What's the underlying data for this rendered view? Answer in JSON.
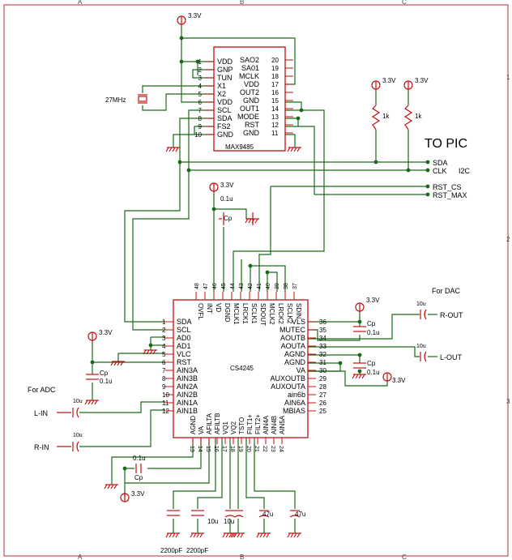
{
  "frame": {
    "columns": [
      "A",
      "B",
      "C"
    ],
    "rows": [
      "1",
      "2",
      "3"
    ]
  },
  "max9485": {
    "name": "MAX9485",
    "left_pins": [
      {
        "num": "1",
        "name": "VDD"
      },
      {
        "num": "2",
        "name": "GNP"
      },
      {
        "num": "3",
        "name": "TUN"
      },
      {
        "num": "4",
        "name": "X1"
      },
      {
        "num": "5",
        "name": "X2"
      },
      {
        "num": "6",
        "name": "VDD"
      },
      {
        "num": "7",
        "name": "SCL"
      },
      {
        "num": "8",
        "name": "SDA"
      },
      {
        "num": "9",
        "name": "FS2"
      },
      {
        "num": "10",
        "name": "GND"
      }
    ],
    "right_pins": [
      {
        "num": "20",
        "name": "SAO2"
      },
      {
        "num": "19",
        "name": "SA01"
      },
      {
        "num": "18",
        "name": "MCLK"
      },
      {
        "num": "17",
        "name": "VDD"
      },
      {
        "num": "16",
        "name": "OUT2"
      },
      {
        "num": "15",
        "name": "GND"
      },
      {
        "num": "14",
        "name": "OUT1"
      },
      {
        "num": "13",
        "name": "MODE"
      },
      {
        "num": "12",
        "name": "RST"
      },
      {
        "num": "11",
        "name": "GND"
      }
    ]
  },
  "cs4245": {
    "name": "CS4245",
    "left_pins": [
      {
        "num": "1",
        "name": "SDA"
      },
      {
        "num": "2",
        "name": "SCL"
      },
      {
        "num": "3",
        "name": "AD0"
      },
      {
        "num": "4",
        "name": "AD1"
      },
      {
        "num": "5",
        "name": "VLC"
      },
      {
        "num": "6",
        "name": "RST"
      },
      {
        "num": "7",
        "name": "AIN3A"
      },
      {
        "num": "8",
        "name": "AIN3B"
      },
      {
        "num": "9",
        "name": "AIN2A"
      },
      {
        "num": "10",
        "name": "AIN2B"
      },
      {
        "num": "11",
        "name": "AIN1A"
      },
      {
        "num": "12",
        "name": "AIN1B"
      }
    ],
    "right_pins": [
      {
        "num": "36",
        "name": "VLS"
      },
      {
        "num": "35",
        "name": "MUTEC"
      },
      {
        "num": "34",
        "name": "AOUTB"
      },
      {
        "num": "33",
        "name": "AOUTA"
      },
      {
        "num": "32",
        "name": "AGND"
      },
      {
        "num": "31",
        "name": "AGND"
      },
      {
        "num": "30",
        "name": "VA"
      },
      {
        "num": "29",
        "name": "AUXOUTB"
      },
      {
        "num": "28",
        "name": "AUXOUTA"
      },
      {
        "num": "27",
        "name": "ain6b"
      },
      {
        "num": "26",
        "name": "AIN6A"
      },
      {
        "num": "25",
        "name": "MBIAS"
      }
    ],
    "top_pins": [
      {
        "num": "48",
        "name": "OVFL"
      },
      {
        "num": "47",
        "name": "INT"
      },
      {
        "num": "46",
        "name": "VD"
      },
      {
        "num": "45",
        "name": "DGND"
      },
      {
        "num": "44",
        "name": "MCLK1"
      },
      {
        "num": "43",
        "name": "LRCK1"
      },
      {
        "num": "42",
        "name": "SCLK1"
      },
      {
        "num": "41",
        "name": "SDOUT"
      },
      {
        "num": "40",
        "name": "MCLK2"
      },
      {
        "num": "39",
        "name": "LRCK2"
      },
      {
        "num": "38",
        "name": "SCLK2"
      },
      {
        "num": "37",
        "name": "SDIN"
      }
    ],
    "bottom_pins": [
      {
        "num": "13",
        "name": "AGND"
      },
      {
        "num": "14",
        "name": "VA"
      },
      {
        "num": "15",
        "name": "AFILTA"
      },
      {
        "num": "16",
        "name": "AFILTB"
      },
      {
        "num": "17",
        "name": "VQ1"
      },
      {
        "num": "18",
        "name": "VQ2"
      },
      {
        "num": "19",
        "name": "TSTO"
      },
      {
        "num": "20",
        "name": "FILT1+"
      },
      {
        "num": "21",
        "name": "FILT2+"
      },
      {
        "num": "22",
        "name": "AIN4A"
      },
      {
        "num": "23",
        "name": "AIN4B"
      },
      {
        "num": "24",
        "name": "AIN5A"
      }
    ]
  },
  "labels": {
    "v33": "3.3V",
    "crystal": "27MHz",
    "r1": "1k",
    "r2": "1k",
    "to_pic": "TO PIC",
    "sda": "SDA",
    "clk": "CLK",
    "i2c": "I2C",
    "rst_cs": "RST_CS",
    "rst_max": "RST_MAX",
    "cp": "Cp",
    "c01u": "0.1u",
    "for_dac": "For DAC",
    "r_out": "R-OUT",
    "l_out": "L-OUT",
    "for_adc": "For ADC",
    "l_in": "L-IN",
    "r_in": "R-IN",
    "c10u": "10u",
    "c47u": "47u",
    "c2200": "2200pF",
    "c2200b": "2200pF"
  }
}
